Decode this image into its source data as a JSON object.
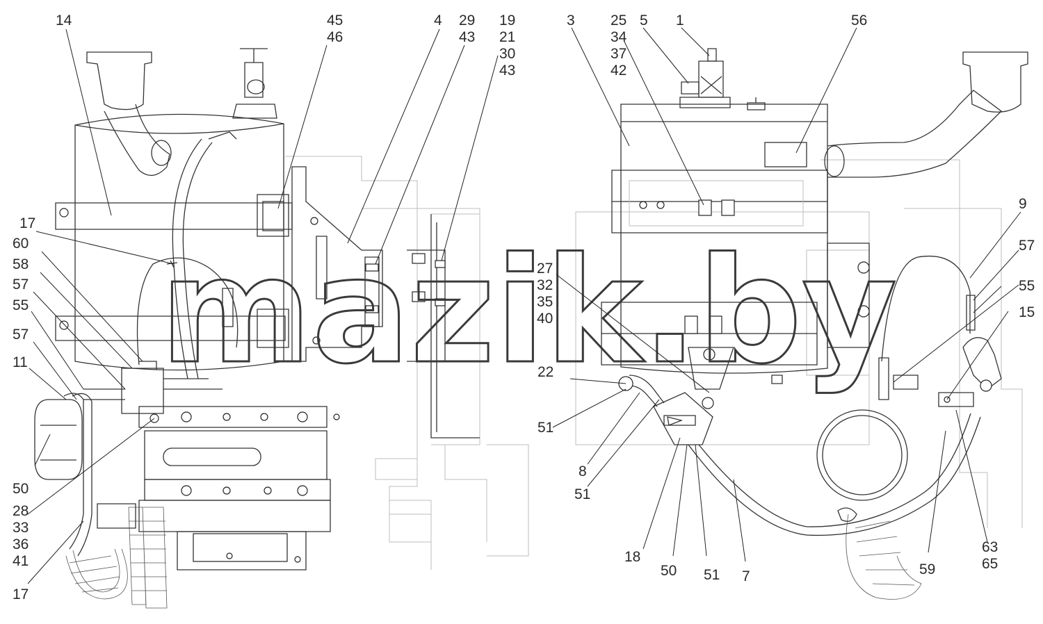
{
  "watermark": "mazik.by",
  "callouts": {
    "c14": "14",
    "c45": "45",
    "c46": "46",
    "c4": "4",
    "c29": "29",
    "c43a": "43",
    "c19": "19",
    "c21": "21",
    "c30": "30",
    "c43b": "43",
    "c3": "3",
    "c25": "25",
    "c34": "34",
    "c37": "37",
    "c42": "42",
    "c5": "5",
    "c1": "1",
    "c56": "56",
    "c17a": "17",
    "c60": "60",
    "c58": "58",
    "c57a": "57",
    "c55a": "55",
    "c57b": "57",
    "c11": "11",
    "c50a": "50",
    "c28": "28",
    "c33": "33",
    "c36": "36",
    "c41": "41",
    "c17b": "17",
    "c27": "27",
    "c32": "32",
    "c35": "35",
    "c40": "40",
    "c22": "22",
    "c51a": "51",
    "c8": "8",
    "c51b": "51",
    "c18": "18",
    "c50b": "50",
    "c51c": "51",
    "c7": "7",
    "c9": "9",
    "c57c": "57",
    "c55b": "55",
    "c15": "15",
    "c59": "59",
    "c63": "63",
    "c65": "65"
  }
}
